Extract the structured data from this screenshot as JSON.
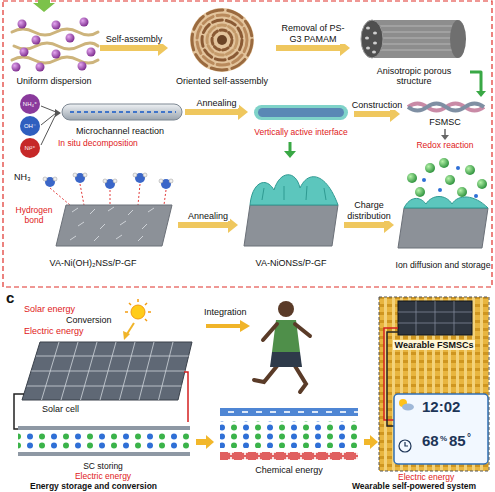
{
  "diagram": {
    "nodes": [
      {
        "text": [
          "Uniform dispersion"
        ]
      },
      {
        "text": [
          "Oriented self-assembly"
        ]
      },
      {
        "text": [
          "Anisotropic porous structure"
        ]
      },
      {
        "text": [
          "Microchannel reaction",
          "In situ decomposition"
        ]
      },
      {
        "text": [
          "Vertically active interface"
        ]
      },
      {
        "text": [
          "FSMSC",
          "Redox reaction"
        ]
      },
      {
        "text": [
          "NH₃",
          "Hydrogen bond",
          "VA-Ni(OH)₂NSs/P-GF"
        ]
      },
      {
        "text": [
          "VA-NiONSs/P-GF"
        ]
      },
      {
        "text": [
          "Ion diffusion and storage"
        ]
      },
      {
        "text": [
          "Solar energy",
          "Conversion",
          "Electric energy",
          "Solar cell"
        ]
      },
      {
        "text": [
          "SC storing",
          "Electric energy"
        ]
      },
      {
        "text": [
          "Chemical energy"
        ]
      },
      {
        "text": [
          "Wearable FSMSCs"
        ]
      },
      {
        "text": [
          "12:02",
          "68",
          "%",
          "85",
          "°"
        ],
        "in": 12
      }
    ],
    "edges": [
      {
        "from": 0,
        "to": 1,
        "label": "Self-assembly",
        "arrow": "to"
      },
      {
        "from": 1,
        "to": 2,
        "label": "Removal of PS-G3 PAMAM",
        "arrow": "to"
      },
      {
        "from": 3,
        "to": 4,
        "label": "Annealing",
        "arrow": "to"
      },
      {
        "from": 4,
        "to": 5,
        "label": "Construction",
        "arrow": "to"
      },
      {
        "from": 2,
        "to": 5,
        "arrow": "to"
      },
      {
        "from": 4,
        "to": 7,
        "arrow": "to"
      },
      {
        "from": 6,
        "to": 7,
        "label": "Annealing",
        "arrow": "to"
      },
      {
        "from": 7,
        "to": 8,
        "label": "Charge distribution",
        "arrow": "to"
      },
      {
        "from": 9,
        "to": 10,
        "arrow": "none"
      },
      {
        "from": 10,
        "to": 11,
        "arrow": "to"
      },
      {
        "from": 11,
        "to": 12,
        "arrow": "to"
      }
    ],
    "labels": [
      "NH₄⁺",
      "OH⁻",
      "Ni²⁺",
      "c",
      "Integration",
      "Electric energy",
      "Energy storage and conversion",
      "Wearable self-powered system"
    ]
  }
}
